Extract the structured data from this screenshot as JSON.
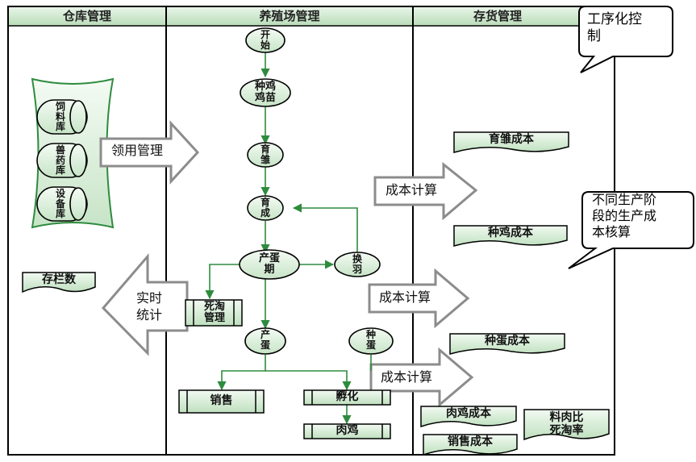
{
  "lanes": {
    "warehouse": "仓库管理",
    "breeding": "养殖场管理",
    "inventory": "存货管理"
  },
  "warehouse": {
    "feed": "饲\n料\n库",
    "vet": "兽\n药\n库",
    "equip": "设\n备\n库",
    "stock_count": "存栏数",
    "issue_arrow": "领用管理",
    "stats_arrow": "实时\n统计"
  },
  "breeding": {
    "start": "开\n始",
    "breed_chick": "种鸡\n鸡苗",
    "brooding": "育\n雏",
    "rearing": "育\n成",
    "laying": "产蛋\n期",
    "molting": "换\n羽",
    "culling": "死淘\n管理",
    "eggs": "产\n蛋",
    "hatch_eggs": "种\n蛋",
    "sales": "销售",
    "hatching": "孵化",
    "broiler": "肉鸡"
  },
  "cost_arrows": [
    "成本计算",
    "成本计算",
    "成本计算"
  ],
  "inventory": {
    "brood_cost": "育雏成本",
    "breeder_cost": "种鸡成本",
    "egg_cost": "种蛋成本",
    "broiler_cost": "肉鸡成本",
    "sales_cost": "销售成本",
    "feed_ratio": "料肉比\n死淘率"
  },
  "callouts": {
    "process_control": "工序化控\n制",
    "stage_cost": "不同生产阶\n段的生产成\n本核算"
  },
  "colors": {
    "green": "#2e8b3e",
    "header_bg": "#cfe8cf",
    "shape_fill": "#e4f2e4",
    "arrow_gray": "#8c8c8c"
  }
}
